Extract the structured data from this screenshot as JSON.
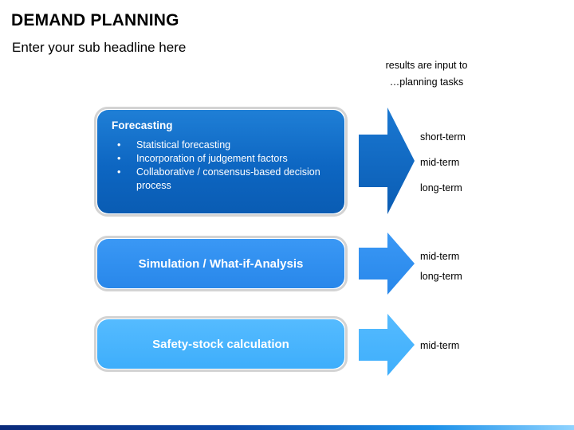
{
  "header": {
    "title": "DEMAND PLANNING",
    "subtitle": "Enter your sub headline here"
  },
  "note": {
    "line1": "results are input to",
    "line2": "…planning tasks"
  },
  "rows": [
    {
      "heading": "Forecasting",
      "bullets": [
        "Statistical forecasting",
        "Incorporation of judgement factors",
        "Collaborative / consensus-based decision process"
      ],
      "color": "#0d66c2",
      "labels": [
        "short-term",
        "mid-term",
        "long-term"
      ]
    },
    {
      "heading": "Simulation / What-if-Analysis",
      "color": "#2887ea",
      "labels": [
        "mid-term",
        "long-term"
      ]
    },
    {
      "heading": "Safety-stock calculation",
      "color": "#3eaefb",
      "labels": [
        "mid-term"
      ]
    }
  ]
}
